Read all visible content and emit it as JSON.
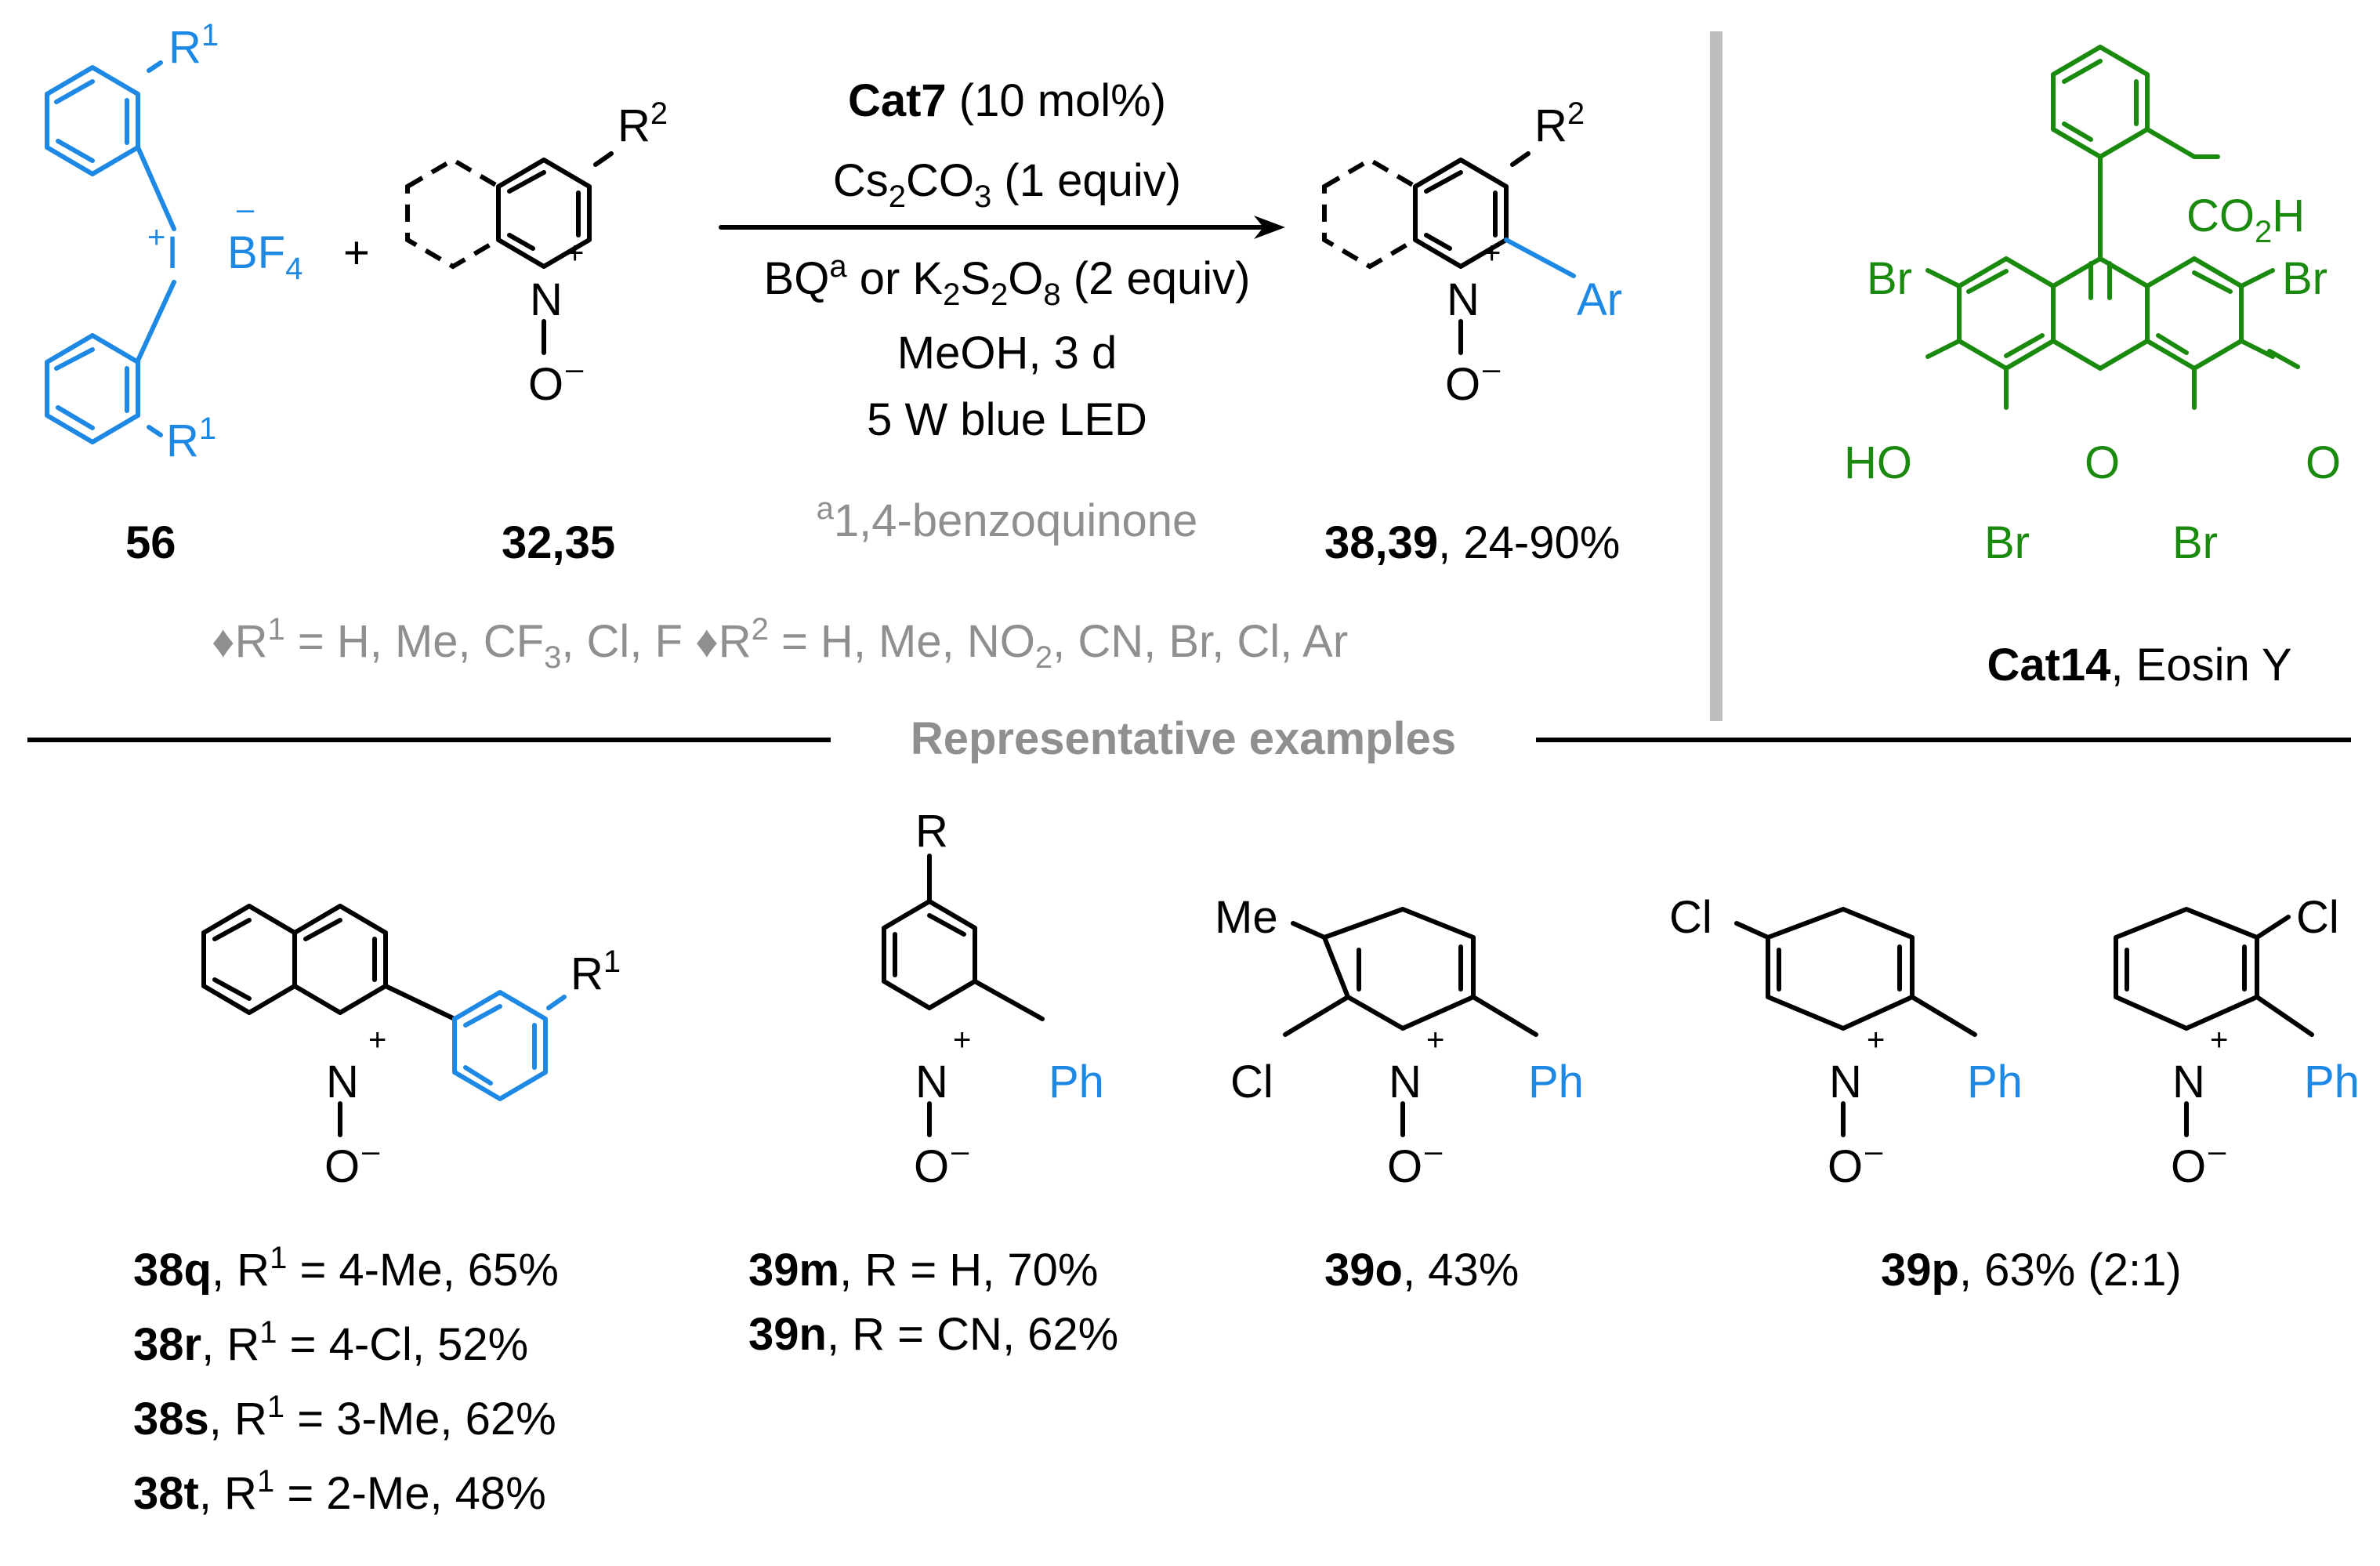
{
  "reagent_56": {
    "r1_top": "R",
    "r1_top_sup": "1",
    "plus": "+",
    "iodine": "I",
    "bf4_minus": "–",
    "bf4": "BF",
    "bf4_sub": "4",
    "r1_bottom": "R",
    "r1_bottom_sup": "1",
    "label": "56"
  },
  "plus_sign": "+",
  "substrate_32_35": {
    "r2": "R",
    "r2_sup": "2",
    "n_plus": "+",
    "n": "N",
    "o": "O",
    "o_minus": "–",
    "label": "32,35"
  },
  "conditions": {
    "cat_bold": "Cat7",
    "cat_rest": " (10 mol%)",
    "base_a": "Cs",
    "base_sub1": "2",
    "base_b": "CO",
    "base_sub2": "3",
    "base_c": " (1 equiv)",
    "ox_a": "BQ",
    "ox_sup": "a",
    "ox_b": " or K",
    "ox_sub1": "2",
    "ox_c": "S",
    "ox_sub2": "2",
    "ox_d": "O",
    "ox_sub3": "8",
    "ox_e": " (2 equiv)",
    "solvent": "MeOH, 3 d",
    "light": "5 W blue LED",
    "footnote_sup": "a",
    "footnote": "1,4-benzoquinone"
  },
  "product_38_39": {
    "r2": "R",
    "r2_sup": "2",
    "n_plus": "+",
    "n": "N",
    "o": "O",
    "o_minus": "–",
    "ar": "Ar",
    "label_bold": "38,39",
    "label_rest": ", 24-90%"
  },
  "scope_line": {
    "r1_a": "♦R",
    "r1_sup": "1",
    "r1_b": " = H, Me, CF",
    "r1_sub": "3",
    "r1_c": ", Cl, F ",
    "r2_a": "♦R",
    "r2_sup": "2",
    "r2_b": " = H, Me, NO",
    "r2_sub": "2",
    "r2_c": ", CN, Br, Cl, Ar"
  },
  "catalyst": {
    "co2h_a": "CO",
    "co2h_sub": "2",
    "co2h_b": "H",
    "br": "Br",
    "ho": "HO",
    "o_ring": "O",
    "o_ketone": "O",
    "label_bold": "Cat14",
    "label_rest": ", Eosin Y"
  },
  "section_title": "Representative examples",
  "examples": {
    "ex_38": {
      "r1": "R",
      "r1_sup": "1",
      "n_plus": "+",
      "n": "N",
      "o": "O",
      "o_minus": "–",
      "rows": [
        {
          "bold": "38q",
          "a": ", R",
          "sup": "1",
          "b": " = 4-Me, 65%"
        },
        {
          "bold": "38r",
          "a": ", R",
          "sup": "1",
          "b": " = 4-Cl, 52%"
        },
        {
          "bold": "38s",
          "a": ", R",
          "sup": "1",
          "b": " = 3-Me, 62%"
        },
        {
          "bold": "38t",
          "a": ", R",
          "sup": "1",
          "b": " = 2-Me, 48%"
        }
      ]
    },
    "ex_39mn": {
      "r": "R",
      "n_plus": "+",
      "n": "N",
      "o": "O",
      "o_minus": "–",
      "ph": "Ph",
      "rows": [
        {
          "bold": "39m",
          "rest": ", R = H, 70%"
        },
        {
          "bold": "39n",
          "rest": ", R = CN, 62%"
        }
      ]
    },
    "ex_39o": {
      "me": "Me",
      "cl": "Cl",
      "n_plus": "+",
      "n": "N",
      "o": "O",
      "o_minus": "–",
      "ph": "Ph",
      "label_bold": "39o",
      "label_rest": ", 43%"
    },
    "ex_39p": {
      "cl": "Cl",
      "n_plus": "+",
      "n": "N",
      "o": "O",
      "o_minus": "–",
      "ph": "Ph",
      "label_bold": "39p",
      "label_rest": ", 63% (2:1)"
    }
  },
  "colors": {
    "aryl": "#1e88e5",
    "catalyst": "#1a8a0f",
    "note": "#8f8f8f"
  }
}
